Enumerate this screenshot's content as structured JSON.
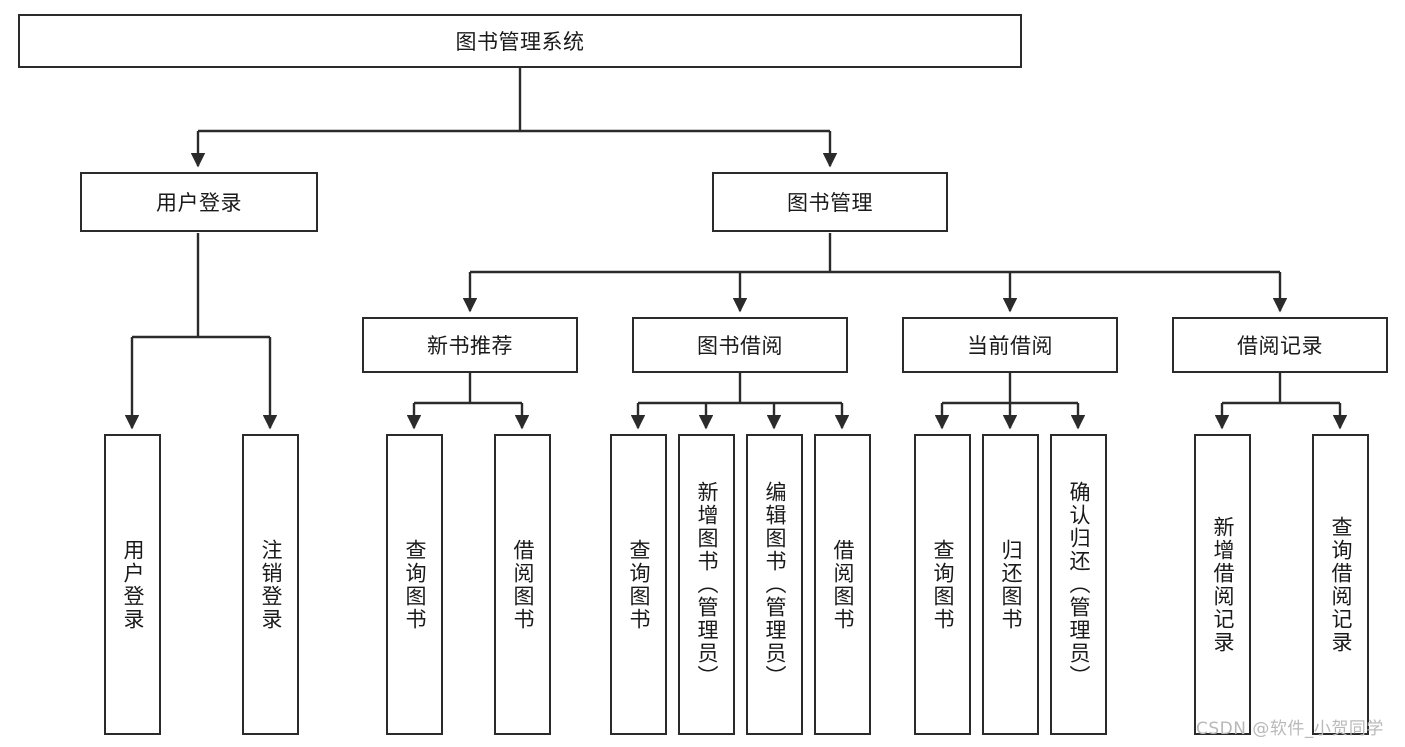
{
  "diagram": {
    "type": "hierarchy-tree",
    "root": {
      "label": "图书管理系统"
    },
    "level2": [
      {
        "label": "用户登录"
      },
      {
        "label": "图书管理"
      }
    ],
    "level3": [
      {
        "label": "新书推荐"
      },
      {
        "label": "图书借阅"
      },
      {
        "label": "当前借阅"
      },
      {
        "label": "借阅记录"
      }
    ],
    "leaves": {
      "user_login": [
        {
          "label": "用户登录"
        },
        {
          "label": "注销登录"
        }
      ],
      "new_book_recommend": [
        {
          "label": "查询图书"
        },
        {
          "label": "借阅图书"
        }
      ],
      "book_borrow": [
        {
          "label": "查询图书"
        },
        {
          "label": "新增图书（管理员）"
        },
        {
          "label": "编辑图书（管理员）"
        },
        {
          "label": "借阅图书"
        }
      ],
      "current_borrow": [
        {
          "label": "查询图书"
        },
        {
          "label": "归还图书"
        },
        {
          "label": "确认归还（管理员）"
        }
      ],
      "borrow_record": [
        {
          "label": "新增借阅记录"
        },
        {
          "label": "查询借阅记录"
        }
      ]
    }
  },
  "watermark": {
    "text": "CSDN @软件_小贺同学"
  },
  "colors": {
    "stroke": "#2b2b2b",
    "background": "#ffffff",
    "text": "#1a1a1a",
    "watermark": "#b9b9b9"
  }
}
